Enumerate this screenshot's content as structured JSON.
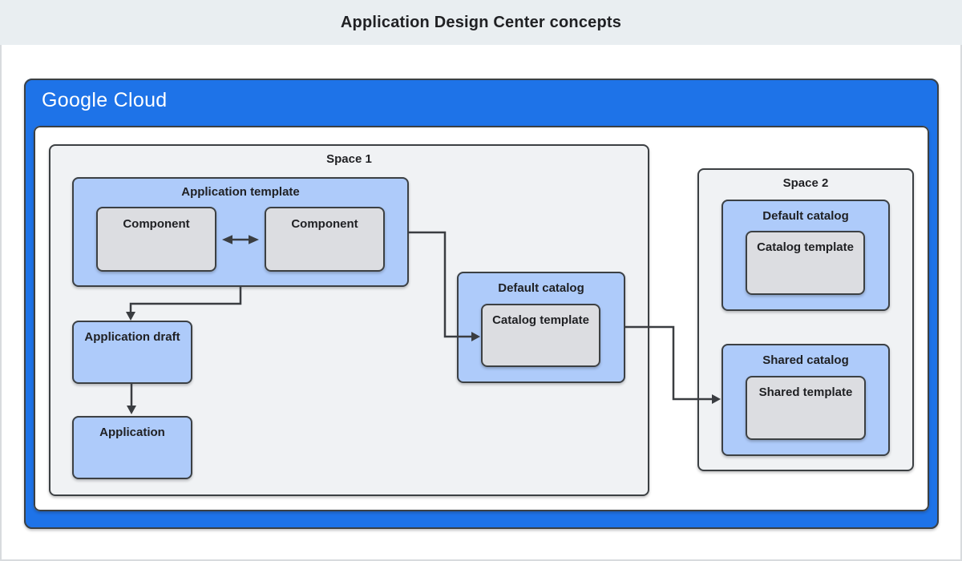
{
  "title": "Application Design Center concepts",
  "logo": "Google Cloud",
  "colors": {
    "brand_blue": "#1e73e8",
    "light_blue": "#aecbfa",
    "gray_box": "#dcdde1",
    "space_bg": "#f0f2f4",
    "band_bg": "#e9eef1",
    "border_dark": "#3c4043",
    "text": "#202124"
  },
  "space1": {
    "label": "Space 1",
    "application_template": {
      "label": "Application template",
      "components": [
        "Component",
        "Component"
      ]
    },
    "application_draft": {
      "label": "Application draft"
    },
    "application": {
      "label": "Application"
    },
    "default_catalog": {
      "label": "Default catalog",
      "catalog_template": {
        "label": "Catalog template"
      }
    }
  },
  "space2": {
    "label": "Space 2",
    "default_catalog": {
      "label": "Default catalog",
      "catalog_template": {
        "label": "Catalog template"
      }
    },
    "shared_catalog": {
      "label": "Shared catalog",
      "shared_template": {
        "label": "Shared template"
      }
    }
  },
  "connectors": [
    {
      "from": "component-1",
      "to": "component-2",
      "style": "double-arrow"
    },
    {
      "from": "application-template",
      "to": "application-draft",
      "style": "arrow"
    },
    {
      "from": "application-draft",
      "to": "application",
      "style": "arrow"
    },
    {
      "from": "application-template",
      "to": "space1-catalog-template",
      "style": "arrow"
    },
    {
      "from": "space1-default-catalog",
      "to": "space2-shared-catalog",
      "style": "arrow"
    }
  ]
}
